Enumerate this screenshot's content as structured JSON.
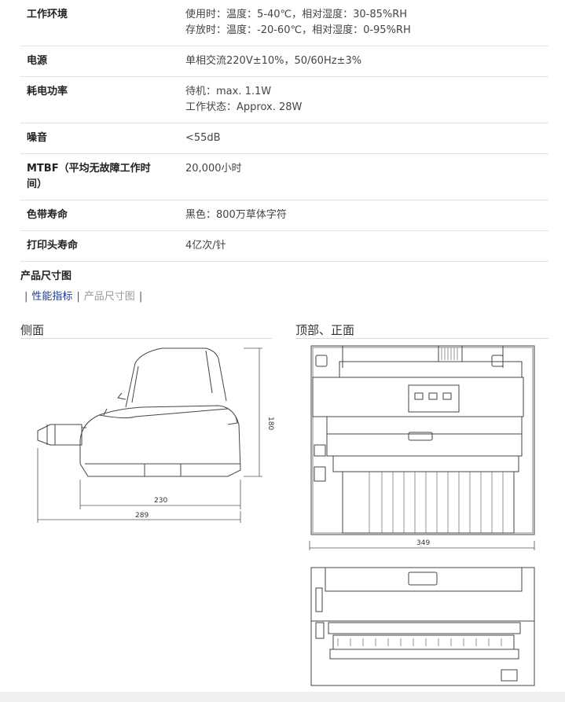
{
  "specs": [
    {
      "key": "工作环境",
      "lines": [
        "使用时：温度：5-40℃，相对湿度：30-85%RH",
        "存放时：温度：-20-60℃，相对湿度：0-95%RH"
      ]
    },
    {
      "key": "电源",
      "lines": [
        "单相交流220V±10%，50/60Hz±3%"
      ]
    },
    {
      "key": "耗电功率",
      "lines": [
        "待机：max. 1.1W",
        "工作状态：Approx. 28W"
      ]
    },
    {
      "key": "噪音",
      "lines": [
        "<55dB"
      ]
    },
    {
      "key": "MTBF（平均无故障工作时间）",
      "key_lines": [
        "MTBF（平均无故障工作时",
        "间）"
      ],
      "lines": [
        "20,000小时"
      ]
    },
    {
      "key": "色带寿命",
      "lines": [
        "黑色：800万草体字符"
      ]
    },
    {
      "key": "打印头寿命",
      "lines": [
        "4亿次/针"
      ]
    }
  ],
  "section_title": "产品尺寸图",
  "tabs": {
    "sep": "|",
    "perf": "性能指标",
    "dims": "产品尺寸图"
  },
  "figures": {
    "side_label": "侧面",
    "top_front_label": "顶部、正面",
    "dims": {
      "height": "180",
      "depth_inner": "230",
      "depth_outer": "289",
      "width": "349"
    }
  }
}
